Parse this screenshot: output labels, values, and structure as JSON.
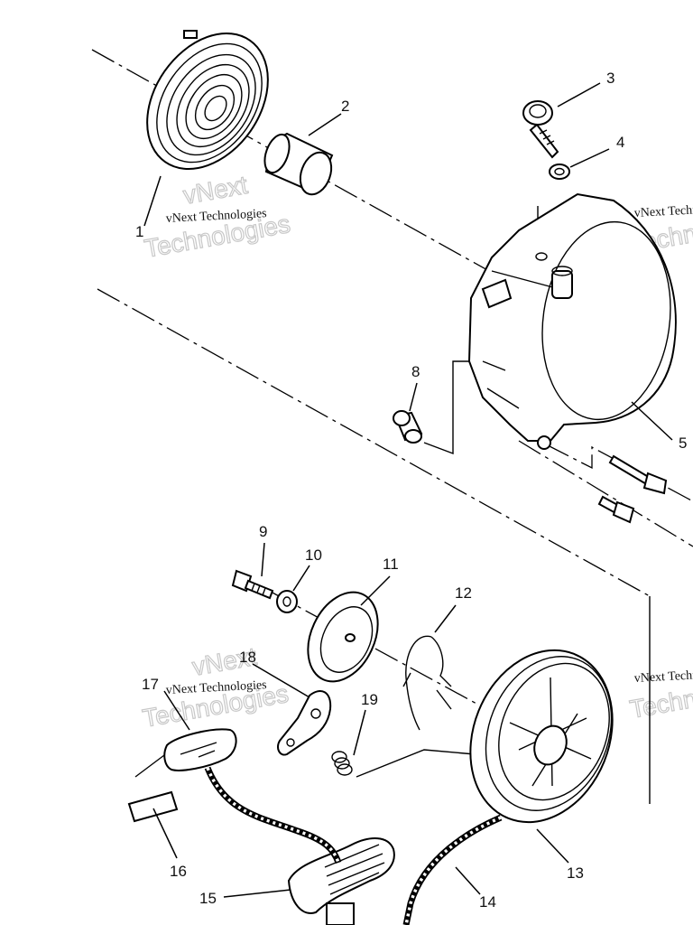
{
  "diagram": {
    "watermark_text": "vNext Technologies",
    "watermark_ghost_words": [
      "vNext",
      "Technologies"
    ],
    "callouts": [
      {
        "id": "c1",
        "label": "1"
      },
      {
        "id": "c2",
        "label": "2"
      },
      {
        "id": "c3",
        "label": "3"
      },
      {
        "id": "c4",
        "label": "4"
      },
      {
        "id": "c5",
        "label": "5"
      },
      {
        "id": "c8",
        "label": "8"
      },
      {
        "id": "c9",
        "label": "9"
      },
      {
        "id": "c10",
        "label": "10"
      },
      {
        "id": "c11",
        "label": "11"
      },
      {
        "id": "c12",
        "label": "12"
      },
      {
        "id": "c13",
        "label": "13"
      },
      {
        "id": "c14",
        "label": "14"
      },
      {
        "id": "c15",
        "label": "15"
      },
      {
        "id": "c16",
        "label": "16"
      },
      {
        "id": "c17",
        "label": "17"
      },
      {
        "id": "c18",
        "label": "18"
      },
      {
        "id": "c19",
        "label": "19"
      }
    ],
    "parts": [
      "recoil-spring-icon",
      "bushing-icon",
      "bolt-icon",
      "washer-icon",
      "starter-housing-icon",
      "sleeve-icon",
      "screw-icon",
      "small-washer-icon",
      "friction-plate-icon",
      "retainer-spring-icon",
      "pulley-icon",
      "rope-icon",
      "handle-icon",
      "handle-insert-icon",
      "handle-cap-icon",
      "pawl-icon",
      "pawl-spring-icon"
    ]
  }
}
